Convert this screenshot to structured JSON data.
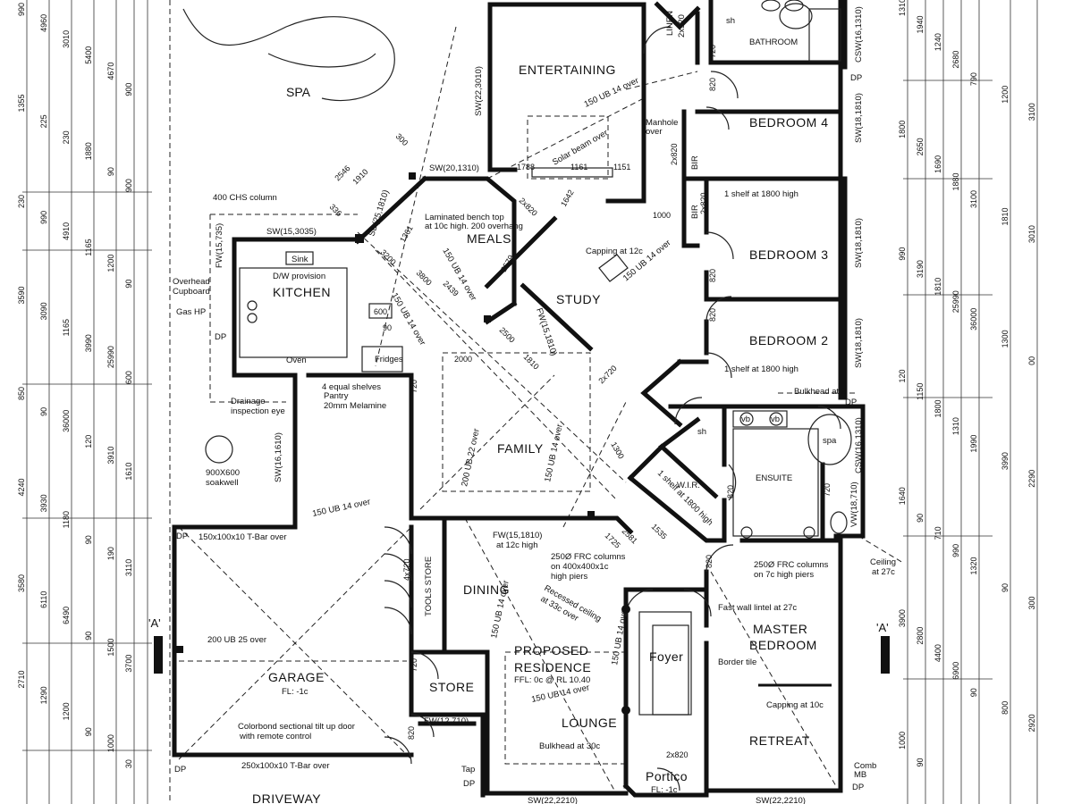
{
  "rooms": {
    "entertaining": "ENTERTAINING",
    "bedroom4": "BEDROOM 4",
    "bedroom3": "BEDROOM 3",
    "bedroom2": "BEDROOM 2",
    "bathroom": "BATHROOM",
    "meals": "MEALS",
    "kitchen": "KITCHEN",
    "study": "STUDY",
    "family": "FAMILY",
    "ensuite": "ENSUITE",
    "wir": "W.I.R.",
    "dining": "DINING",
    "tools_store": "TOOLS STORE",
    "proposed_residence_1": "PROPOSED",
    "proposed_residence_2": "RESIDENCE",
    "foyer": "Foyer",
    "master_bedroom_1": "MASTER",
    "master_bedroom_2": "BEDROOM",
    "garage": "GARAGE",
    "garage_fl": "FL: -1c",
    "store": "STORE",
    "lounge": "LOUNGE",
    "retreat": "RETREAT",
    "portico": "Portico",
    "portico_fl": "FL: -1c",
    "driveway": "DRIVEWAY",
    "linen_1": "LINEN",
    "linen_2": "2x520",
    "spa": "spa",
    "sh1": "sh",
    "sh2": "sh",
    "vb1": "vb",
    "vb2": "vb",
    "bir1": "BIR",
    "bir2": "BIR",
    "fridges": "Fridges",
    "oven": "Oven",
    "sink": "Sink"
  },
  "notes": {
    "beam_entertaining": "150 UB 14 over",
    "manhole_1": "Manhole",
    "manhole_2": "over",
    "solar_beam": "Solar beam over",
    "bench_top_1": "Laminated bench top",
    "bench_top_2": "at 10c high. 200 overhang",
    "chs_column": "400 CHS column",
    "capping_12c": "Capping at 12c",
    "dw_provision": "D/W provision",
    "overhead_1": "Overhead",
    "overhead_2": "Cupboard",
    "gas_hp": "Gas HP",
    "dp": "DP",
    "shelves_1": "4 equal shelves",
    "shelves_2": "Pantry",
    "shelves_3": "20mm Melamine",
    "drainage_1": "Drainage",
    "drainage_2": "inspection eye",
    "soakwell_1": "900X600",
    "soakwell_2": "soakwell",
    "shelf_1800_a": "1 shelf at 1800 high",
    "shelf_1800_b": "1 shelf at 1800 high",
    "shelf_1800_c": "1 shelf at 1800 high",
    "bulkhead": "Bulkhead at 2",
    "beam_garage_1": "150 UB 14 over",
    "tbar_1": "150x100x10 T-Bar over",
    "beam_200": "200 UB 25 over",
    "tbar_2": "250x100x10 T-Bar over",
    "colorbond_1": "Colorbond sectional tilt up door",
    "colorbond_2": "with remote control",
    "fw_dining": "FW(15,1810)",
    "fw_dining_2": "at 12c high",
    "frc_1": "250Ø FRC columns",
    "frc_2": "on 400x400x1c",
    "frc_3": "high piers",
    "coffered_1": "Recessed ceiling",
    "coffered_2": "at 33c over",
    "frc_master_1": "250Ø FRC columns",
    "frc_master_2": "on 7c high piers",
    "ceiling_27c_1": "Ceiling",
    "ceiling_27c_2": "at 27c",
    "lintel": "Fast wall lintel at 27c",
    "border_tile": "Border tile",
    "capping_10c": "Capping at 10c",
    "ffl": "FFL: 0c @ RL 10.40",
    "beam_lounge": "150 UB 14 over",
    "bulkhead_30c": "Bulkhead at 30c",
    "comb": "Comb",
    "mb": "MB",
    "tap": "Tap",
    "section_a": "'A'",
    "sw_15_3035": "SW(15,3035)",
    "sw_20_1310": "SW(20,1310)",
    "fw_15_735": "FW(15,735)",
    "sw_22_3010": "SW(22,3010)",
    "sw_16_1610": "SW(16,1610)",
    "sw_18_1810_a": "SW(18,1810)",
    "sw_18_1810_b": "SW(18,1810)",
    "sw_18_1810_c": "SW(18,1810)",
    "csw_16_1310_a": "CSW(16,1310)",
    "csw_16_1310_b": "CSW(16,1310)",
    "vw_18_710": "VW(18,710)",
    "fw_12_710": "FW(12,710)",
    "sw_22_2210": "SW(22,2210)",
    "sw_22_2210b": "SW(22,2210)",
    "sd_25_1810": "SD(25,1810)",
    "fw_15_1810b": "FW(15,1810)",
    "beam_diag_1": "150 UB 14 over",
    "beam_diag_2": "150 UB 14 over",
    "beam_diag_3": "200 UB 22 over",
    "beam_diag_4": "150 UB 14 over",
    "beam_diag_5": "150 UB 14 over",
    "beam_diag_6": "150 UB 14 over",
    "beam_diag_7": "150 UB 14 over"
  },
  "dims": {
    "d1788": "1788",
    "d1161": "1161",
    "d1151": "1151",
    "d1642": "1642",
    "d1000": "1000",
    "d2579": "2579",
    "d2546": "2546",
    "d1910": "1910",
    "d300": "300",
    "d336": "336",
    "d1361": "1361",
    "d3200": "3200",
    "d3800": "3800",
    "d2439": "2439",
    "d600": "600",
    "d90": "90",
    "d2000": "2000",
    "d1810": "1810",
    "d2500": "2500",
    "d2x820a": "2x820",
    "d2x820b": "2x820",
    "d2x820c": "2x820",
    "d2x820d": "2x820",
    "d2x720": "2x720",
    "d4x720": "4x720",
    "d820a": "820",
    "d820b": "820",
    "d820c": "820",
    "d820d": "820",
    "d820e": "820",
    "d820f": "820",
    "d720a": "720",
    "d720b": "720",
    "d720c": "720",
    "d720d": "720",
    "d2581": "2581",
    "d1725": "1725",
    "d1300": "1300",
    "d1535": "1535"
  },
  "left_dims": [
    "990",
    "4960",
    "3010",
    "5400",
    "4670",
    "900",
    "1355",
    "225",
    "230",
    "1880",
    "90",
    "900",
    "230",
    "990",
    "4910",
    "1165",
    "1200",
    "90",
    "3590",
    "3090",
    "1165",
    "3990",
    "25990",
    "600",
    "850",
    "90",
    "36000",
    "120",
    "3910",
    "1610",
    "4240",
    "3930",
    "1180",
    "90",
    "190",
    "3110",
    "3580",
    "6110",
    "6490",
    "90",
    "1500",
    "3700",
    "2710",
    "1290",
    "1200",
    "90",
    "1000",
    "30"
  ],
  "right_dims": [
    "1310",
    "1940",
    "1240",
    "2680",
    "790",
    "1200",
    "3100",
    "1800",
    "2650",
    "1690",
    "1880",
    "3100",
    "1810",
    "3010",
    "990",
    "3190",
    "1810",
    "25990",
    "36000",
    "1300",
    "00",
    "120",
    "1150",
    "1800",
    "1310",
    "1990",
    "3990",
    "2290",
    "1640",
    "90",
    "710",
    "990",
    "1320",
    "90",
    "300",
    "3900",
    "2800",
    "4400",
    "6900",
    "90",
    "800",
    "2920",
    "1000",
    "90"
  ]
}
